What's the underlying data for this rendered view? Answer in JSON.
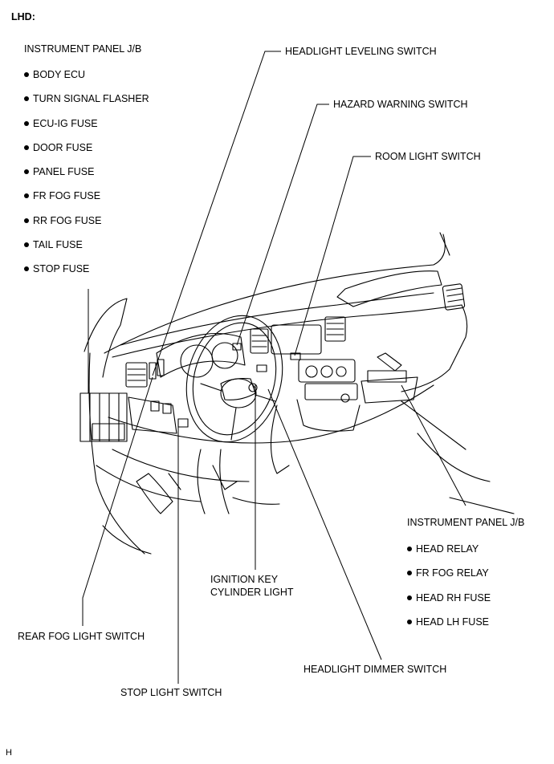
{
  "heading": "LHD:",
  "left_group": {
    "title": "INSTRUMENT PANEL J/B",
    "items": [
      "BODY ECU",
      "TURN SIGNAL FLASHER",
      "ECU-IG FUSE",
      "DOOR FUSE",
      "PANEL FUSE",
      "FR FOG FUSE",
      "RR FOG FUSE",
      "TAIL FUSE",
      "STOP FUSE"
    ]
  },
  "right_group": {
    "title": "INSTRUMENT PANEL J/B",
    "items": [
      "HEAD RELAY",
      "FR FOG RELAY",
      "HEAD RH FUSE",
      "HEAD LH FUSE"
    ]
  },
  "callouts": {
    "headlight_leveling": "HEADLIGHT LEVELING SWITCH",
    "hazard_warning": "HAZARD WARNING SWITCH",
    "room_light": "ROOM LIGHT SWITCH",
    "ignition_key_line1": "IGNITION KEY",
    "ignition_key_line2": "CYLINDER LIGHT",
    "rear_fog": "REAR FOG LIGHT SWITCH",
    "headlight_dimmer": "HEADLIGHT DIMMER SWITCH",
    "stop_light": "STOP LIGHT SWITCH"
  },
  "figure_code": "H"
}
